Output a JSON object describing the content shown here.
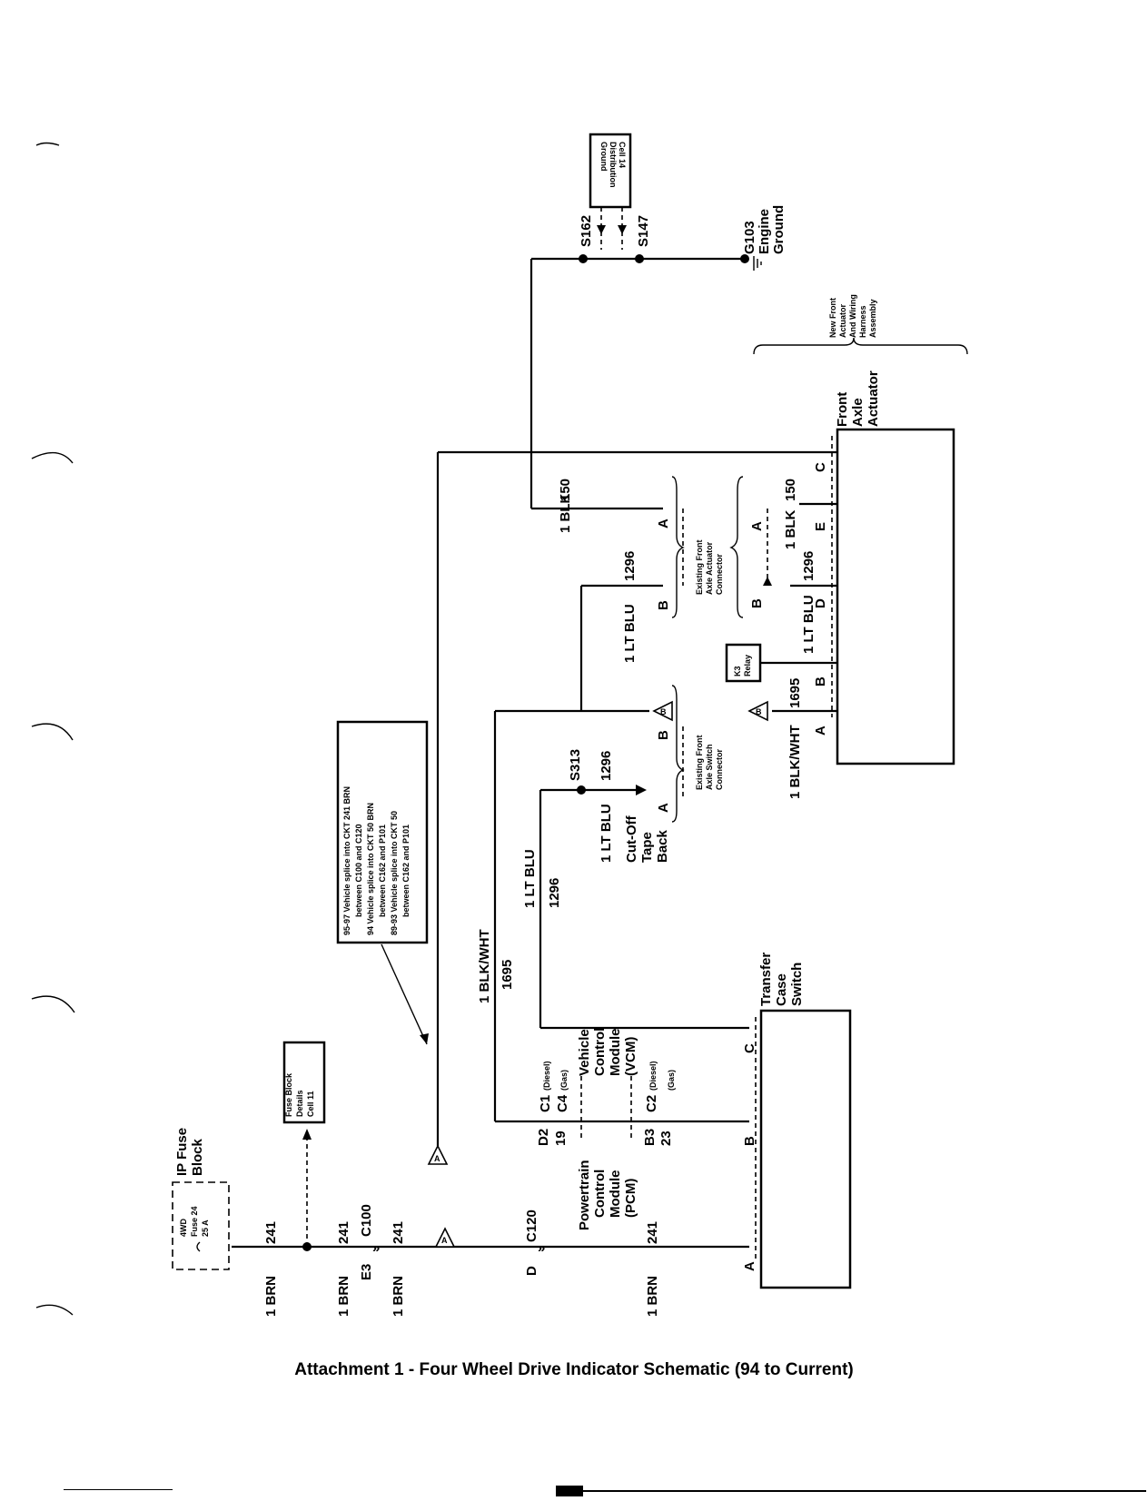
{
  "caption": "Attachment 1 - Four Wheel Drive Indicator Schematic (94 to Current)",
  "components": {
    "ground_distribution": [
      "Ground",
      "Distribution",
      "Cell 14"
    ],
    "splice_s162": "S162",
    "splice_s147": "S147",
    "g103": [
      "G103",
      "Engine",
      "Ground"
    ],
    "front_axle_actuator": [
      "Front",
      "Axle",
      "Actuator"
    ],
    "new_front_actuator_harness": [
      "New Front",
      "Actuator",
      "And Wiring",
      "Harness",
      "Assembly"
    ],
    "existing_front_axle_actuator_connector": [
      "Existing Front",
      "Axle Actuator",
      "Connector"
    ],
    "existing_front_axle_switch_connector": [
      "Existing Front",
      "Axle Switch",
      "Connector"
    ],
    "k3_relay": [
      "K3",
      "Relay"
    ],
    "splice_s313": "S313",
    "cut_off_tape_back": [
      "Cut-Off",
      "Tape",
      "Back"
    ],
    "note": [
      "95-97 Vehicle splice into CKT 241 BRN",
      "between C100 and C120",
      "94 Vehicle splice into CKT 50 BRN",
      "between C162 and P101",
      "89-93 Vehicle splice into CKT 50",
      "between C162 and P101"
    ],
    "transfer_case_switch": [
      "Transfer",
      "Case",
      "Switch"
    ],
    "fuse_block_details": [
      "Fuse Block",
      "Details",
      "Cell 11"
    ],
    "ip_fuse_block": [
      "IP Fuse",
      "Block"
    ],
    "fuse": [
      "4WD",
      "Fuse 24",
      "25 A"
    ],
    "pcm": [
      "Powertrain",
      "Control",
      "Module",
      "(PCM)"
    ],
    "vcm": [
      "Vehicle",
      "Control",
      "Module",
      "(VCM)"
    ],
    "c1_diesel": "C1",
    "c4_gas": "C4",
    "c2_diesel": "C2",
    "diesel": "(Diesel)",
    "gas": "(Gas)",
    "d2": "D2",
    "n19": "19",
    "b3": "B3",
    "n23": "23",
    "c120": "C120",
    "c100": "C100",
    "e3": "E3",
    "d": "D"
  },
  "wires": {
    "blk": "1 BLK",
    "c150": "150",
    "ltblu": "1 LT BLU",
    "c1296": "1296",
    "blkwht": "1 BLK/WHT",
    "c1695": "1695",
    "brn": "1 BRN",
    "c241": "241"
  },
  "pins": {
    "A": "A",
    "B": "B",
    "C": "C",
    "D": "D",
    "E": "E"
  }
}
